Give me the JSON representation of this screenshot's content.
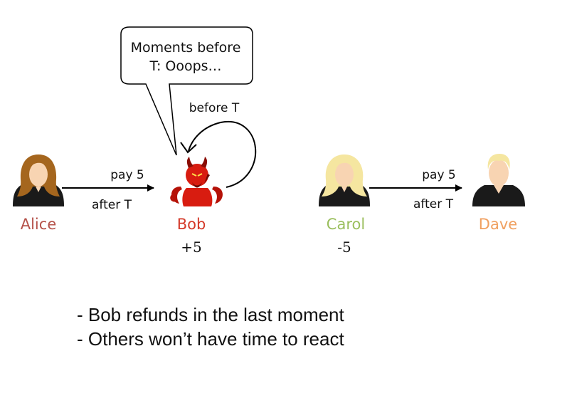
{
  "callout": {
    "line1": "Moments before",
    "line2": "T: Ooops…"
  },
  "loop_label": "before T",
  "edges": [
    {
      "top": "pay 5",
      "bottom": "after T"
    },
    {
      "top": "pay 5",
      "bottom": "after T"
    }
  ],
  "people": [
    {
      "name": "Alice",
      "color": "#b5524a",
      "icon": "woman-brown-hair-icon"
    },
    {
      "name": "Bob",
      "color": "#d43a2a",
      "icon": "red-devil-icon",
      "balance": "+5"
    },
    {
      "name": "Carol",
      "color": "#9bbf5e",
      "icon": "woman-blonde-hair-icon",
      "balance": "-5"
    },
    {
      "name": "Dave",
      "color": "#f0a060",
      "icon": "man-blonde-hair-icon"
    }
  ],
  "bullets": [
    "- Bob refunds in the last moment",
    "- Others won’t have time to react"
  ],
  "colors": {
    "skin": "#f8d4b2",
    "hair_brown": "#a5661e",
    "hair_blonde": "#f5e6a0",
    "body": "#1a1a1a",
    "devil": "#d81c10"
  }
}
